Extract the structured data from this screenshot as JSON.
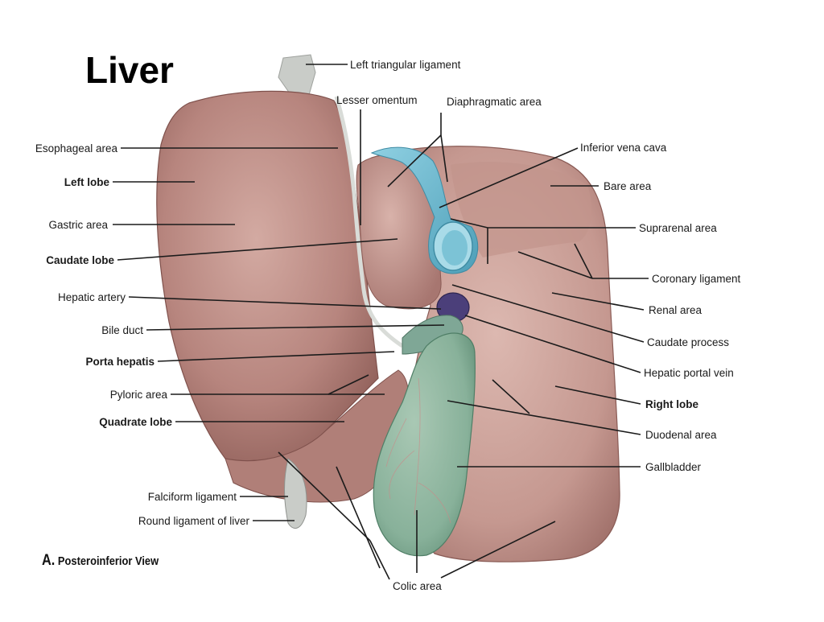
{
  "title": "Liver",
  "view": {
    "letter": "A.",
    "text": "Posteroinferior View"
  },
  "colors": {
    "liver": "#b7857e",
    "liver_light": "#cfa49c",
    "liver_dark": "#8e5e58",
    "gallbladder": "#88b19a",
    "ivc": "#6fb8cf",
    "portal_vein": "#4b3f7a",
    "ligament": "#c9ccc8"
  },
  "labels": {
    "left_triangular_ligament": "Left triangular ligament",
    "lesser_omentum": "Lesser omentum",
    "diaphragmatic_area": "Diaphragmatic area",
    "esophageal_area": "Esophageal area",
    "inferior_vena_cava": "Inferior vena cava",
    "left_lobe": "Left lobe",
    "bare_area": "Bare area",
    "gastric_area": "Gastric area",
    "suprarenal_area": "Suprarenal area",
    "caudate_lobe": "Caudate lobe",
    "coronary_ligament": "Coronary ligament",
    "hepatic_artery": "Hepatic artery",
    "renal_area": "Renal area",
    "bile_duct": "Bile duct",
    "caudate_process": "Caudate process",
    "porta_hepatis": "Porta hepatis",
    "hepatic_portal_vein": "Hepatic portal vein",
    "pyloric_area": "Pyloric area",
    "right_lobe": "Right lobe",
    "quadrate_lobe": "Quadrate lobe",
    "duodenal_area": "Duodenal area",
    "gallbladder": "Gallbladder",
    "falciform_ligament": "Falciform ligament",
    "round_ligament_of_liver": "Round ligament of liver",
    "colic_area": "Colic area"
  }
}
